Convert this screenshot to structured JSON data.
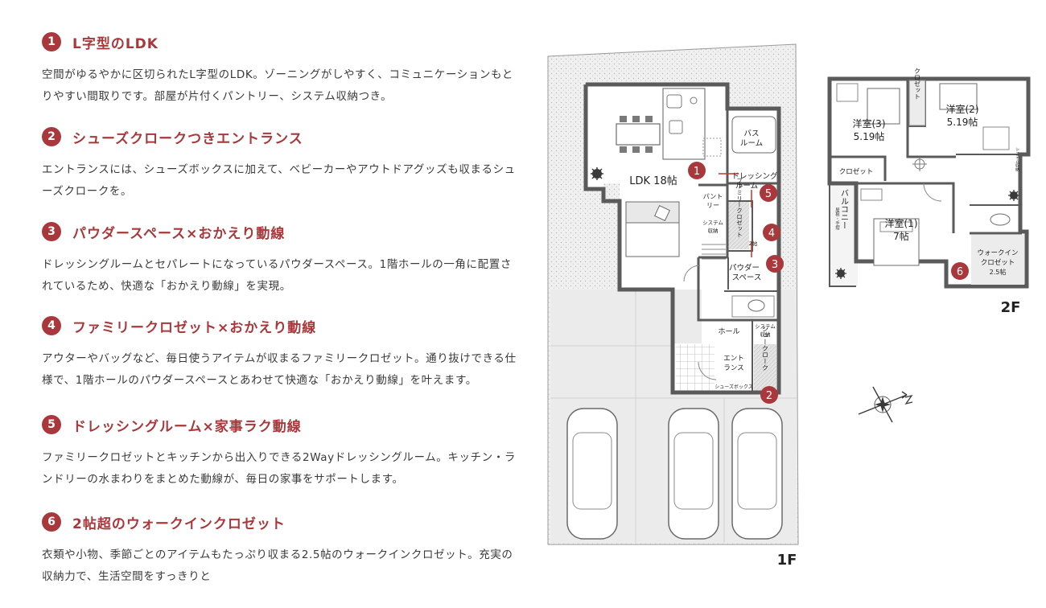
{
  "features": [
    {
      "num": "1",
      "title": "L字型のLDK",
      "body": "空間がゆるやかに区切られたL字型のLDK。ゾーニングがしやすく、コミュニケーションもとりやすい間取りです。部屋が片付くパントリー、システム収納つき。"
    },
    {
      "num": "2",
      "title": "シューズクロークつきエントランス",
      "body": "エントランスには、シューズボックスに加えて、ベビーカーやアウトドアグッズも収まるシューズクロークを。"
    },
    {
      "num": "3",
      "title": "パウダースペース×おかえり動線",
      "body": "ドレッシングルームとセパレートになっているパウダースペース。1階ホールの一角に配置されているため、快適な「おかえり動線」を実現。"
    },
    {
      "num": "4",
      "title": "ファミリークロゼット×おかえり動線",
      "body": "アウターやバッグなど、毎日使うアイテムが収まるファミリークロゼット。通り抜けできる仕様で、1階ホールのパウダースペースとあわせて快適な「おかえり動線」を叶えます。"
    },
    {
      "num": "5",
      "title": "ドレッシングルーム×家事ラク動線",
      "body": "ファミリークロゼットとキッチンから出入りできる2Wayドレッシングルーム。キッチン・ランドリーの水まわりをまとめた動線が、毎日の家事をサポートします。"
    },
    {
      "num": "6",
      "title": "2帖超のウォークインクロゼット",
      "body": "衣類や小物、季節ごとのアイテムもたっぷり収まる2.5帖のウォークインクロゼット。充実の収納力で、生活空間をすっきりと"
    }
  ],
  "plan1f": {
    "floor_label": "1F",
    "rooms": {
      "ldk": "LDK 18帖",
      "bath1": "バス",
      "bath2": "ルーム",
      "dress1": "ドレッシング",
      "dress2": "ルーム",
      "pantry1": "パント",
      "pantry2": "リー",
      "sys1a": "システム",
      "sys1b": "収納",
      "famcl": "ファミリークロゼット",
      "famcl_size": "2帖",
      "powder1": "パウダー",
      "powder2": "スペース",
      "hall": "ホール",
      "sys2a": "システム",
      "sys2b": "収納",
      "entr1": "エント",
      "entr2": "ランス",
      "shoecl": "シュークローク",
      "shoebox": "シューズボックス"
    },
    "markers": [
      "1",
      "5",
      "4",
      "3",
      "2"
    ]
  },
  "plan2f": {
    "floor_label": "2F",
    "rooms": {
      "r3a": "洋室(3)",
      "r3b": "5.19帖",
      "r2a": "洋室(2)",
      "r2b": "5.19帖",
      "closet_v": "クロゼット",
      "closet_h": "クロゼット",
      "r1a": "洋室(1)",
      "r1b": "7帖",
      "balcony": "バルコニー",
      "balcony_sub": "屋根・手摺",
      "sys3": "システム収納",
      "wic1": "ウォークイン",
      "wic2": "クロゼット",
      "wic3": "2.5帖"
    },
    "markers": [
      "6"
    ]
  },
  "colors": {
    "accent": "#a8383b",
    "wall": "#5a5a5a",
    "ground": "#ececec"
  }
}
